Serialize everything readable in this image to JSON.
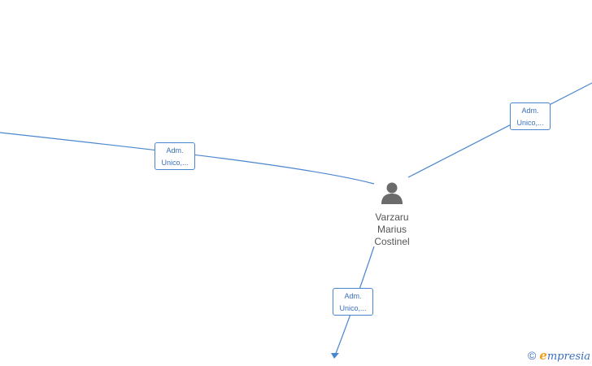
{
  "person": {
    "name_lines": [
      "Varzaru",
      "Marius",
      "Costinel"
    ],
    "icon": "person-icon"
  },
  "edges": [
    {
      "id": "left",
      "label_lines": [
        "Adm.",
        "Unico,..."
      ]
    },
    {
      "id": "top-right",
      "label_lines": [
        "Adm.",
        "Unico,..."
      ]
    },
    {
      "id": "bottom",
      "label_lines": [
        "Adm.",
        "Unico,..."
      ]
    }
  ],
  "watermark": {
    "symbol": "©",
    "brand_initial": "e",
    "brand_rest": "mpresia"
  },
  "colors": {
    "edge": "#4a86cf",
    "label_text": "#3a6fbf",
    "node_icon": "#6b6b6b",
    "node_text": "#555555",
    "brand_accent": "#f0a020"
  }
}
